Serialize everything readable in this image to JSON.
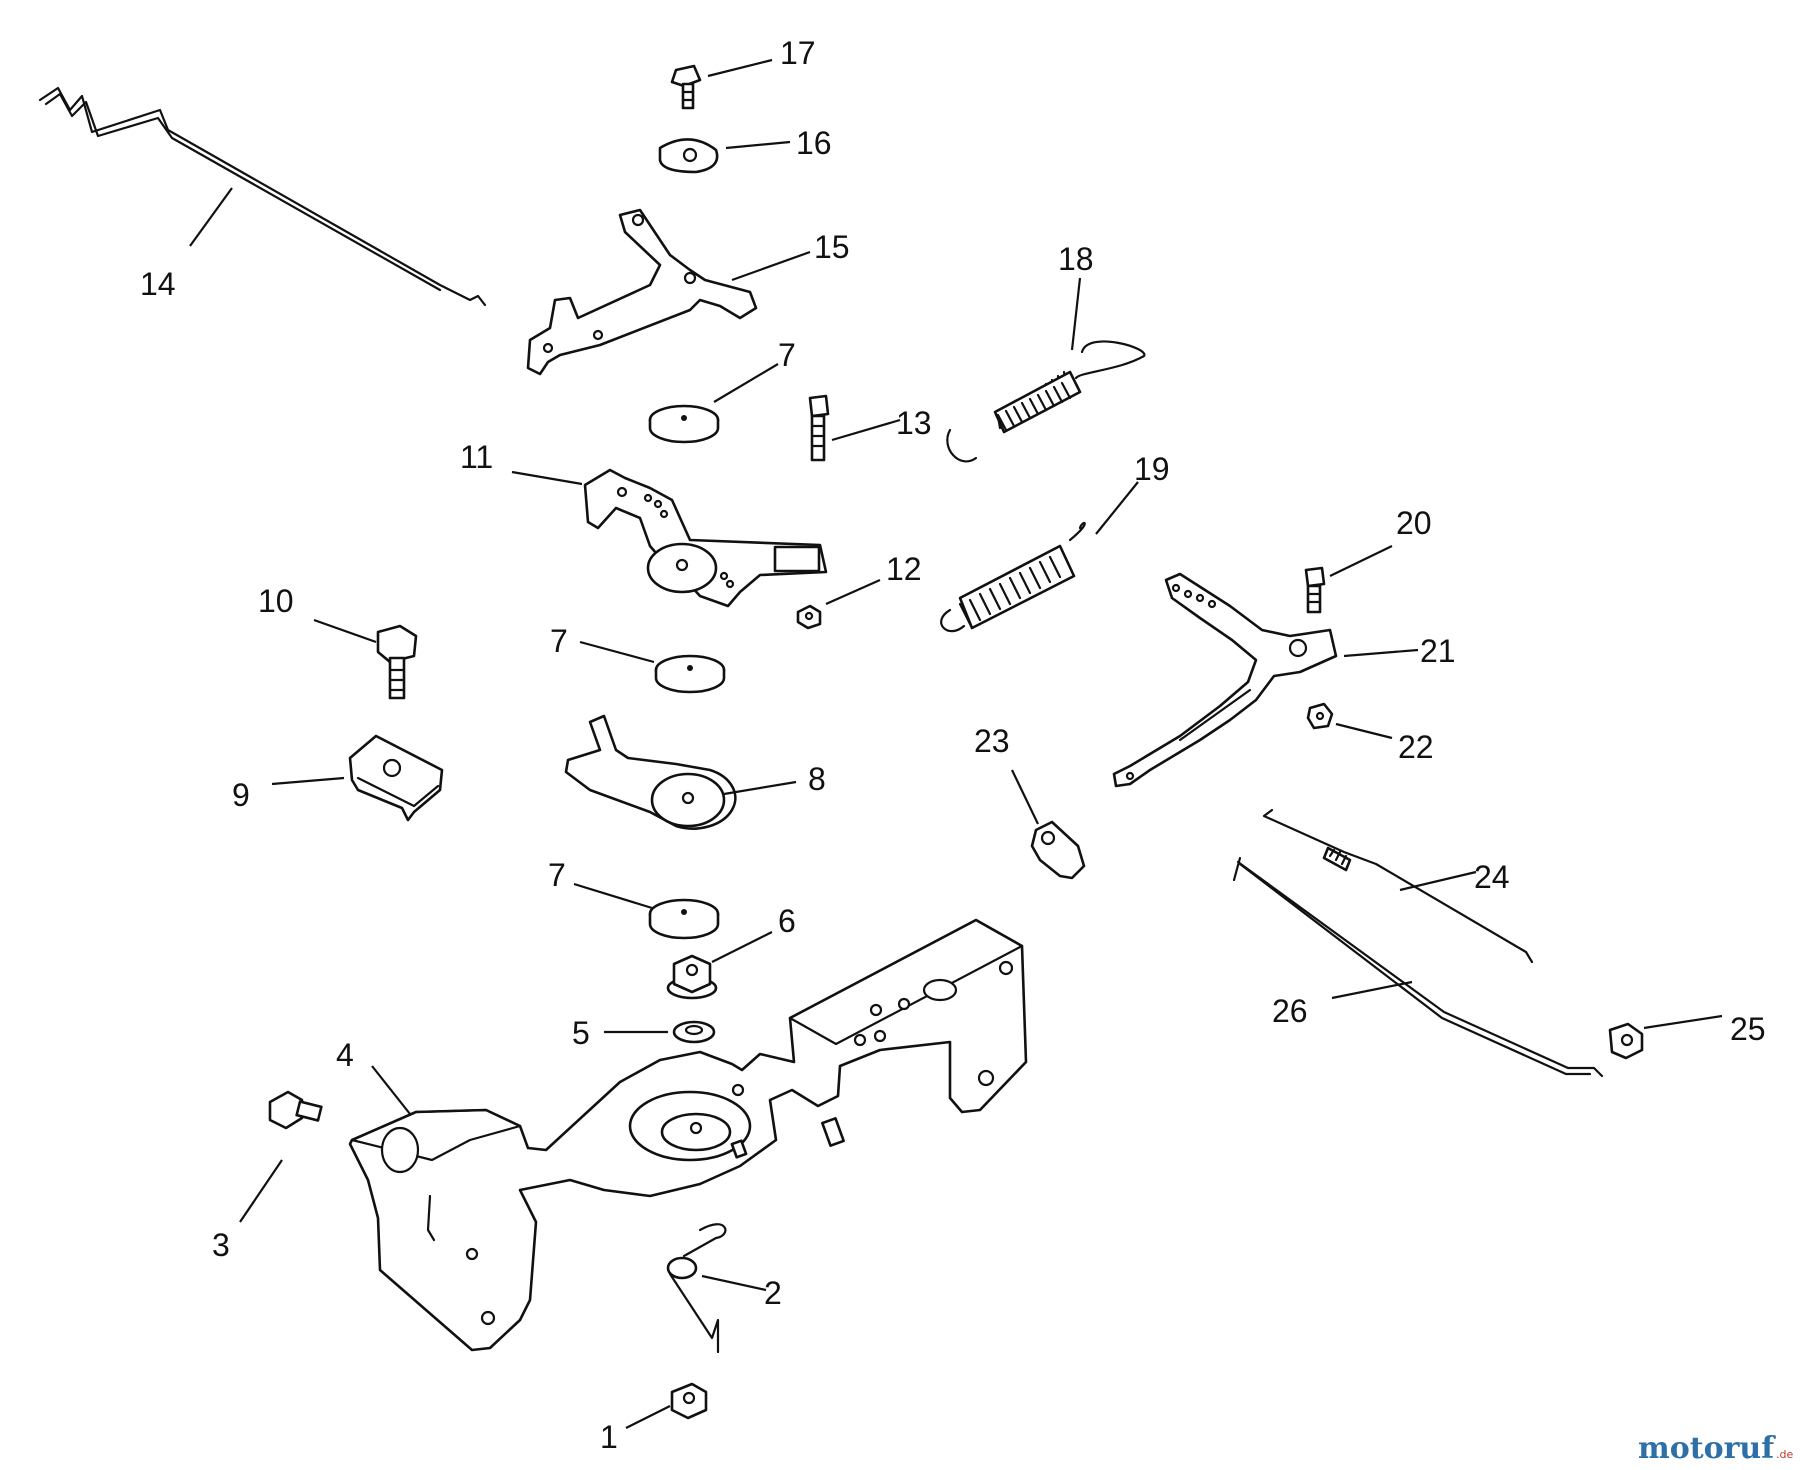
{
  "watermark": {
    "name": "motoruf",
    "suffix": ".de",
    "color": "#2d6fa6",
    "suffix_color": "#c0392b"
  },
  "callouts": {
    "c1": "1",
    "c2": "2",
    "c3": "3",
    "c4": "4",
    "c5": "5",
    "c6": "6",
    "c7a": "7",
    "c7b": "7",
    "c7c": "7",
    "c8": "8",
    "c9": "9",
    "c10": "10",
    "c11": "11",
    "c12": "12",
    "c13": "13",
    "c14": "14",
    "c15": "15",
    "c16": "16",
    "c17": "17",
    "c18": "18",
    "c19": "19",
    "c20": "20",
    "c21": "21",
    "c22": "22",
    "c23": "23",
    "c24": "24",
    "c25": "25",
    "c26": "26"
  }
}
